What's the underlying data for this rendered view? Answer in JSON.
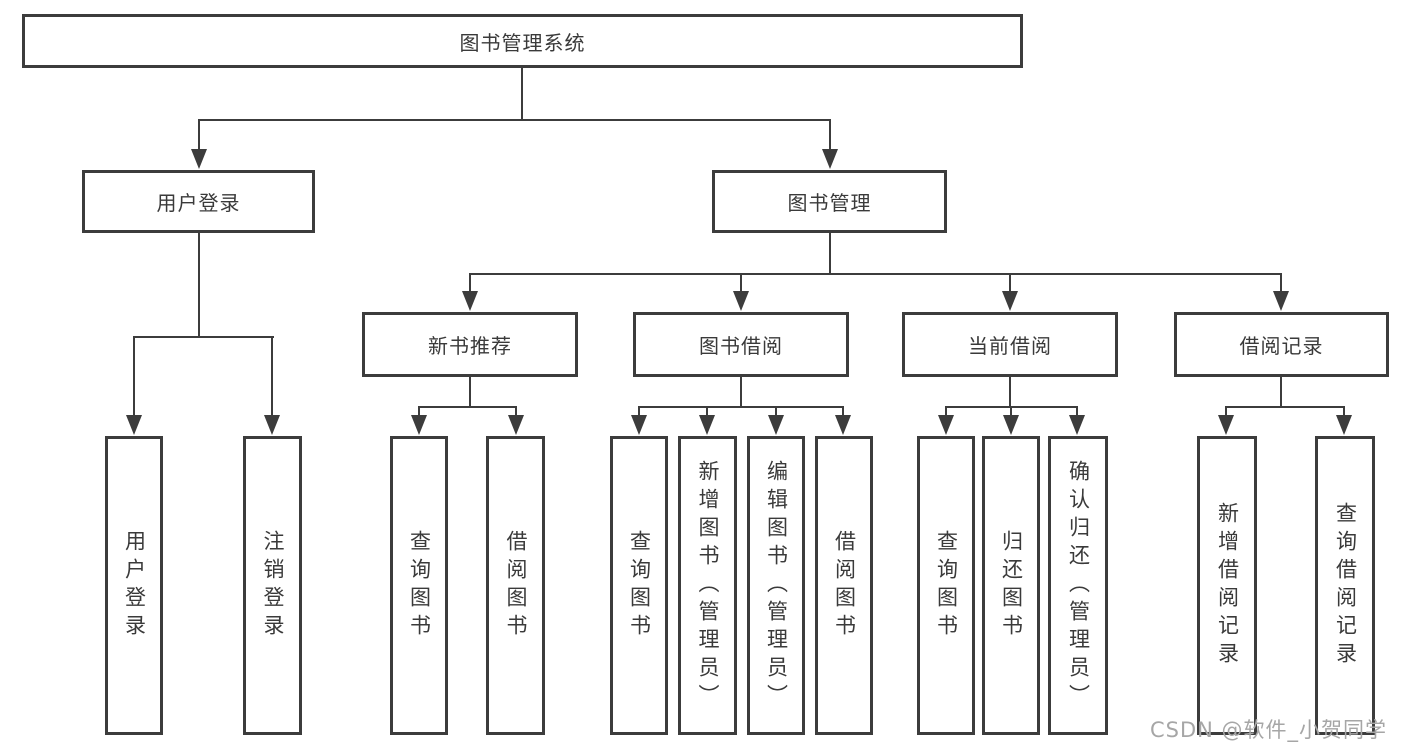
{
  "tree": {
    "label": "图书管理系统",
    "children": [
      {
        "label": "用户登录",
        "children": [
          {
            "label": "用户登录"
          },
          {
            "label": "注销登录"
          }
        ]
      },
      {
        "label": "图书管理",
        "children": [
          {
            "label": "新书推荐",
            "children": [
              {
                "label": "查询图书"
              },
              {
                "label": "借阅图书"
              }
            ]
          },
          {
            "label": "图书借阅",
            "children": [
              {
                "label": "查询图书"
              },
              {
                "label": "新增图书（管理员）"
              },
              {
                "label": "编辑图书（管理员）"
              },
              {
                "label": "借阅图书"
              }
            ]
          },
          {
            "label": "当前借阅",
            "children": [
              {
                "label": "查询图书"
              },
              {
                "label": "归还图书"
              },
              {
                "label": "确认归还（管理员）"
              }
            ]
          },
          {
            "label": "借阅记录",
            "children": [
              {
                "label": "新增借阅记录"
              },
              {
                "label": "查询借阅记录"
              }
            ]
          }
        ]
      }
    ]
  },
  "watermark": "CSDN @软件_小贺同学",
  "colors": {
    "line": "#3c3c3c",
    "box_border": "#3c3c3c",
    "box_fill": "#ffffff",
    "text": "#3a3a3a",
    "watermark": "#a6a6a6"
  }
}
